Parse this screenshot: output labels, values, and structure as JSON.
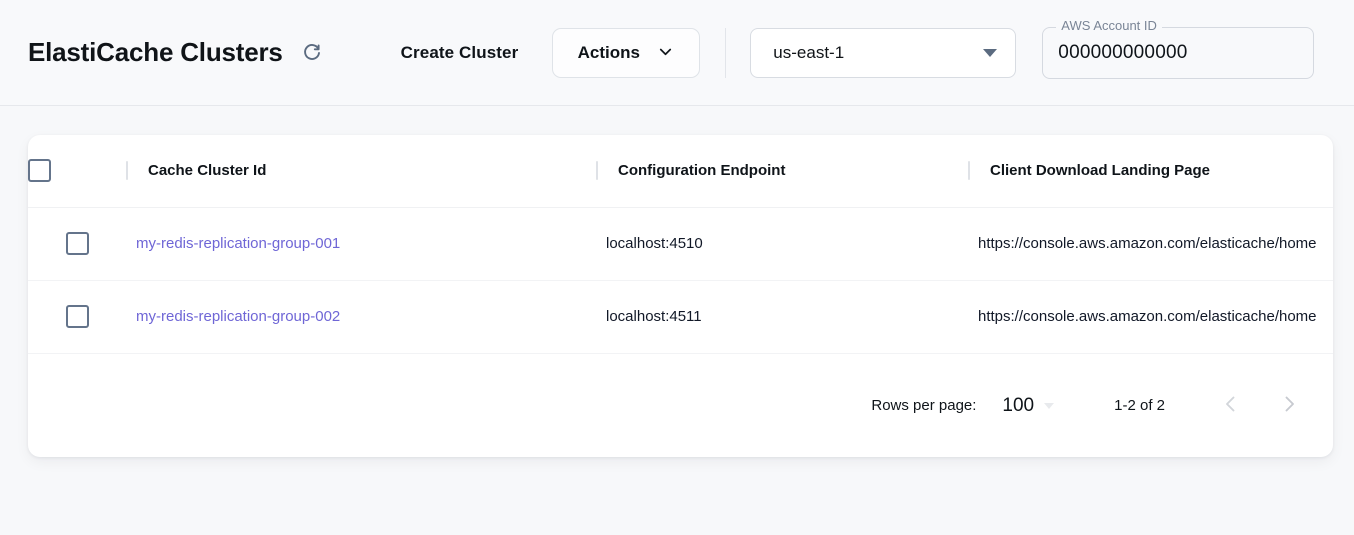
{
  "header": {
    "title": "ElastiCache Clusters",
    "refresh_icon": "refresh-icon",
    "create_cluster_label": "Create Cluster",
    "actions_label": "Actions",
    "actions_chevron_icon": "chevron-down-icon",
    "region": {
      "value": "us-east-1",
      "caret_icon": "caret-down-icon"
    },
    "account": {
      "label": "AWS Account ID",
      "value": "000000000000",
      "placeholder": "AWS Account ID"
    }
  },
  "table": {
    "select_all_checkbox": "",
    "columns": [
      "Cache Cluster Id",
      "Configuration Endpoint",
      "Client Download Landing Page"
    ],
    "rows": [
      {
        "cluster_id": "my-redis-replication-group-001",
        "configuration_endpoint": "localhost:4510",
        "landing_page": "https://console.aws.amazon.com/elasticache/home"
      },
      {
        "cluster_id": "my-redis-replication-group-002",
        "configuration_endpoint": "localhost:4511",
        "landing_page": "https://console.aws.amazon.com/elasticache/home"
      }
    ]
  },
  "pagination": {
    "rows_per_page_label": "Rows per page:",
    "rows_per_page_value": "100",
    "range_label": "1-2 of 2",
    "prev_icon": "chevron-left-icon",
    "next_icon": "chevron-right-icon"
  },
  "colors": {
    "page_background": "#f7f8fa",
    "link_purple": "#6f66d6",
    "icon_slate": "#5b6b80",
    "checkbox_border": "#64748b",
    "label_muted": "#7a8596"
  }
}
